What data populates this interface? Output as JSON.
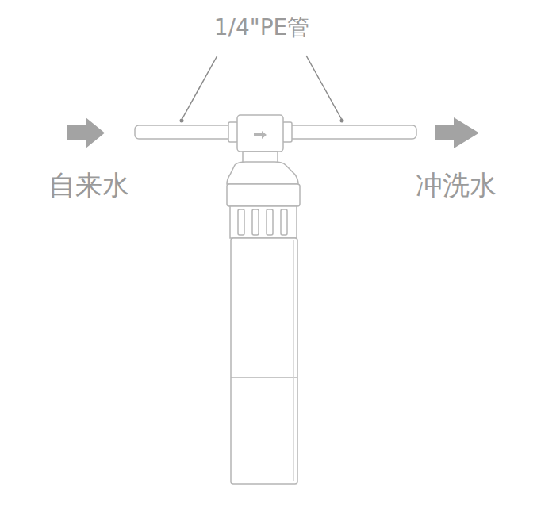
{
  "diagram": {
    "labels": [
      "1/4\"PE管",
      "自来水",
      "冲洗水"
    ]
  }
}
